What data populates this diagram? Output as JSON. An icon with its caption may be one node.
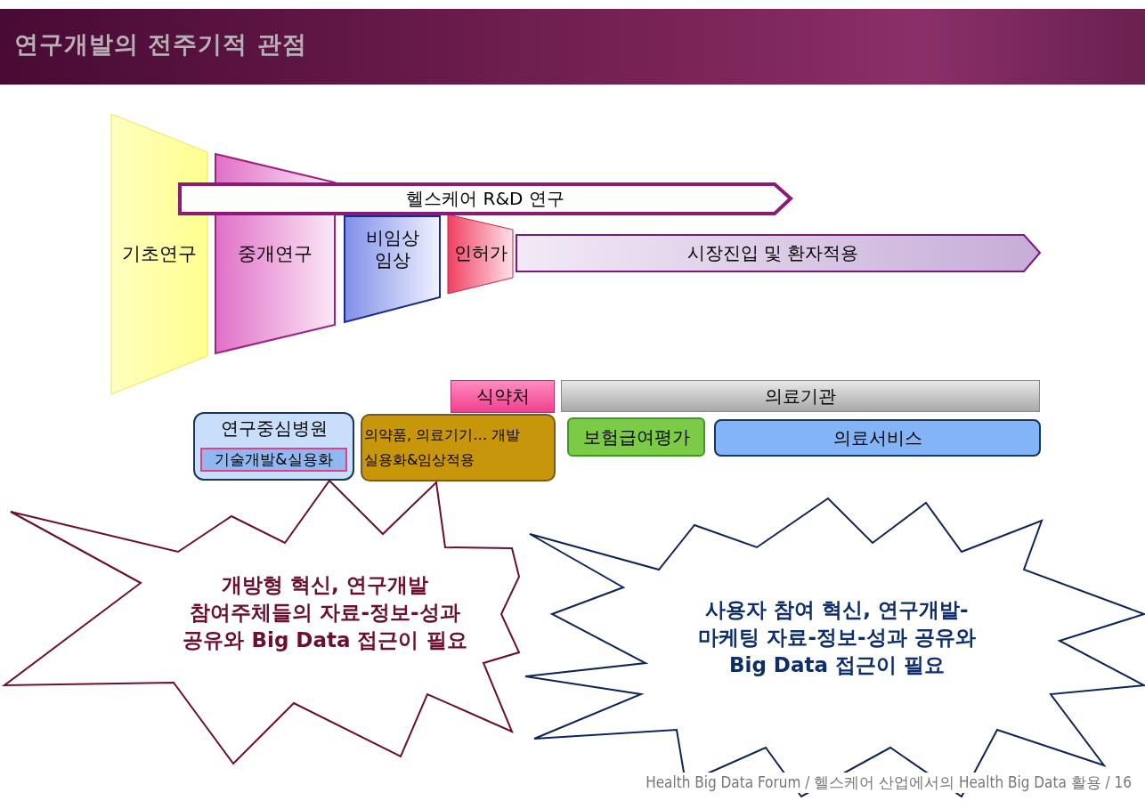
{
  "diagram": {
    "title": "연구개발의 전주기적 관점",
    "nodes": [
      {
        "text": [
          "기초연구"
        ]
      },
      {
        "text": [
          "중개연구"
        ]
      },
      {
        "text": [
          "비임상 임상"
        ]
      },
      {
        "text": [
          "인허가"
        ]
      },
      {
        "text": [
          "헬스케어 R&D 연구"
        ]
      },
      {
        "text": [
          "시장진입 및 환자적용"
        ]
      },
      {
        "text": [
          "식약처"
        ]
      },
      {
        "text": [
          "의료기관"
        ]
      },
      {
        "text": [
          "연구중심병원"
        ]
      },
      {
        "text": [
          "기술개발&실용화"
        ],
        "in": 8
      },
      {
        "text": [
          "의약품, 의료기기… 개발 실용화&임상적용"
        ]
      },
      {
        "text": [
          "보험급여평가"
        ]
      },
      {
        "text": [
          "의료서비스"
        ]
      },
      {
        "text": [
          "개방형 혁신, 연구개발 참여주체들의 자료-정보-성과 공유와 Big Data 접근이 필요"
        ]
      },
      {
        "text": [
          "사용자 참여 혁신, 연구개발-마케팅 자료-정보-성과 공유와 Big Data 접근이 필요"
        ]
      }
    ],
    "labels": [
      "Health Big Data Forum / 헬스케어 산업에서의 Health Big Data 활용 / 16"
    ]
  }
}
